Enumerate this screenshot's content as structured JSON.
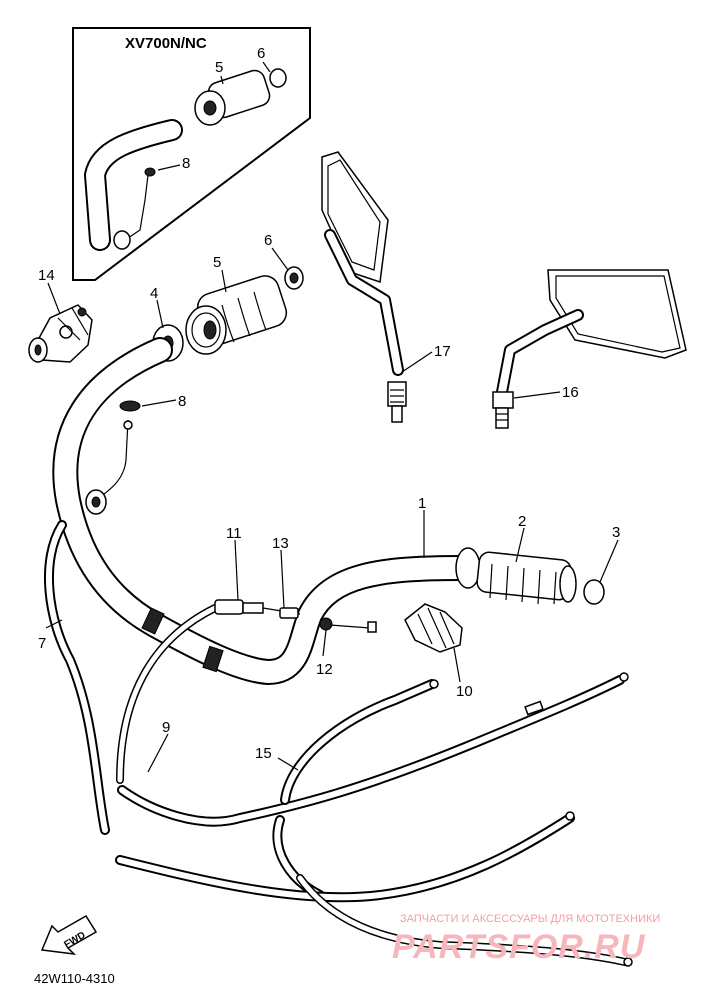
{
  "inset": {
    "title": "XV700N/NC",
    "labels": [
      "5",
      "6",
      "8"
    ]
  },
  "parts": [
    {
      "num": "1"
    },
    {
      "num": "2"
    },
    {
      "num": "3"
    },
    {
      "num": "4"
    },
    {
      "num": "5"
    },
    {
      "num": "6"
    },
    {
      "num": "7"
    },
    {
      "num": "8"
    },
    {
      "num": "9"
    },
    {
      "num": "10"
    },
    {
      "num": "11"
    },
    {
      "num": "12"
    },
    {
      "num": "13"
    },
    {
      "num": "14"
    },
    {
      "num": "15"
    },
    {
      "num": "16"
    },
    {
      "num": "17"
    }
  ],
  "fwd_label": "FWD",
  "diagram_code": "42W110-4310",
  "watermark": {
    "top": "ЗАПЧАСТИ И АКСЕССУАРЫ ДЛЯ МОТОТЕХНИКИ",
    "big": "PARTSFOR.RU"
  }
}
